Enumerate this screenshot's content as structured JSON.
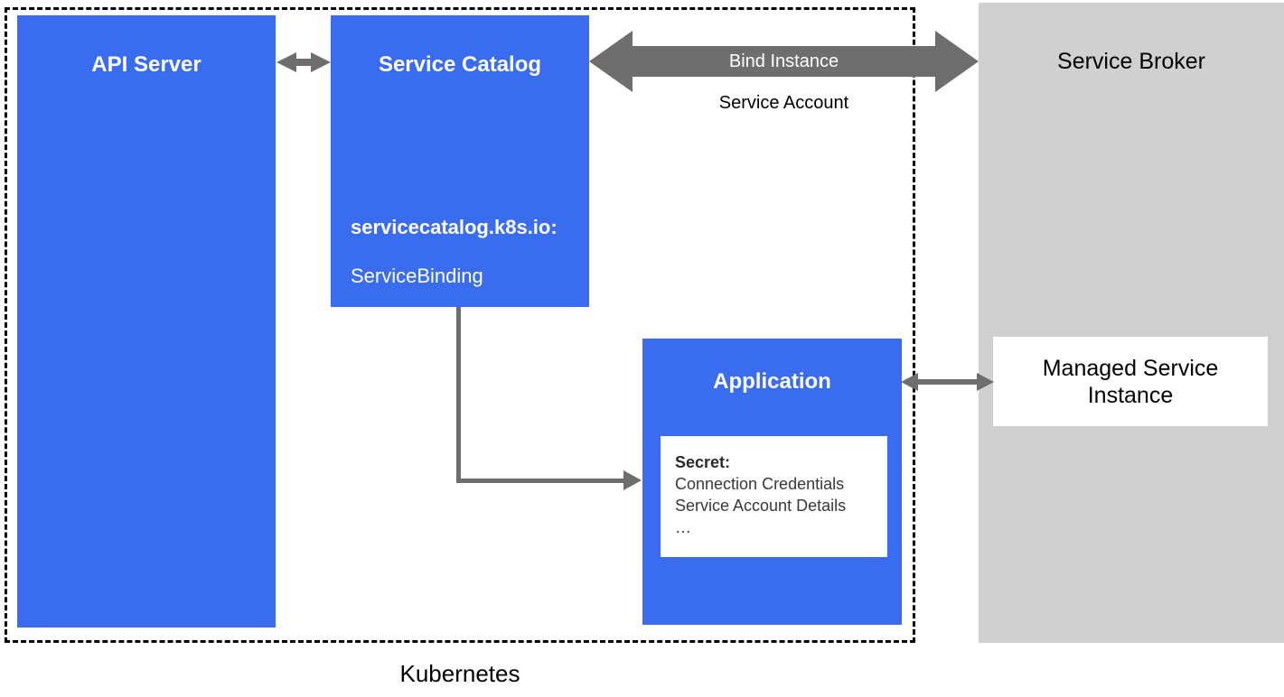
{
  "kubernetes": {
    "label": "Kubernetes"
  },
  "boxes": {
    "api_server": {
      "title": "API Server"
    },
    "service_catalog": {
      "title": "Service Catalog",
      "api_group": "servicecatalog.k8s.io:",
      "resource": "ServiceBinding"
    },
    "application": {
      "title": "Application"
    },
    "secret": {
      "title": "Secret:",
      "lines": [
        "Connection Credentials",
        "Service Account Details",
        "…"
      ]
    },
    "service_broker": {
      "title": "Service Broker"
    },
    "managed_service_instance": {
      "title": "Managed Service Instance"
    }
  },
  "connectors": {
    "bind_instance": {
      "label": "Bind Instance",
      "sublabel": "Service Account"
    }
  },
  "colors": {
    "node_blue": "#3A6CF0",
    "broker_gray": "#D0D0D0",
    "arrow_gray": "#6E6E6E",
    "secret_text": "#383838",
    "border_black": "#000000"
  }
}
